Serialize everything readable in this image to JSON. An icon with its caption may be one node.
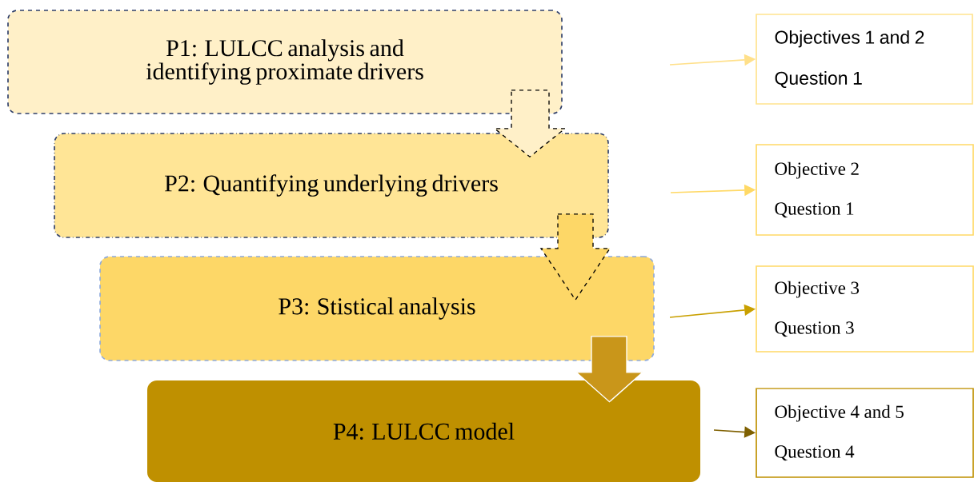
{
  "diagram": {
    "nodes": [
      {
        "text": [
          "P1: LULCC analysis and identifying proximate drivers"
        ]
      },
      {
        "text": [
          "P2: Quantifying underlying drivers"
        ]
      },
      {
        "text": [
          "P3: Stistical analysis"
        ]
      },
      {
        "text": [
          "P4: LULCC model"
        ]
      },
      {
        "text": [
          "Objectives 1 and 2",
          "Question 1"
        ]
      },
      {
        "text": [
          "Objective 2",
          "Question 1"
        ]
      },
      {
        "text": [
          "Objective 3",
          "Question 3"
        ]
      },
      {
        "text": [
          "Objective 4 and 5",
          "Question 4"
        ]
      }
    ],
    "edges": [
      {
        "from": 0,
        "to": 1,
        "arrow": "to",
        "style": "dashed",
        "color": "#fff0c8"
      },
      {
        "from": 1,
        "to": 2,
        "arrow": "to",
        "style": "dashed",
        "color": "#fdd767"
      },
      {
        "from": 2,
        "to": 3,
        "arrow": "to",
        "color": "#c9961a"
      },
      {
        "from": null,
        "to": 4,
        "arrow": "to",
        "color": "#ffe08a"
      },
      {
        "from": null,
        "to": 5,
        "arrow": "to",
        "color": "#ffd966"
      },
      {
        "from": null,
        "to": 6,
        "arrow": "to",
        "color": "#c9a000"
      },
      {
        "from": null,
        "to": 7,
        "arrow": "to",
        "color": "#7f6000"
      }
    ]
  }
}
